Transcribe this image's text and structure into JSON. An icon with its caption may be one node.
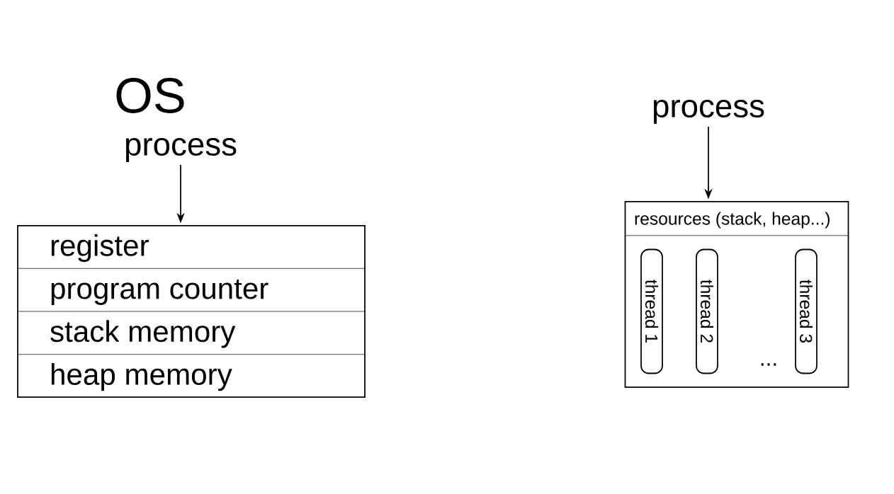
{
  "diagram": {
    "title": "OS",
    "nodes": [
      {
        "text": [
          "process"
        ]
      },
      {
        "text": [
          "register",
          "program counter",
          "stack memory",
          "heap memory"
        ]
      },
      {
        "text": [
          "process"
        ]
      },
      {
        "text": [
          "resources (stack, heap...)"
        ]
      },
      {
        "text": [
          "thread 1"
        ],
        "in": 3
      },
      {
        "text": [
          "thread 2"
        ],
        "in": 3
      },
      {
        "text": [
          "thread 3"
        ],
        "in": 3
      }
    ],
    "edges": [
      {
        "from": 0,
        "to": 1,
        "arrow": "to"
      },
      {
        "from": 2,
        "to": 3,
        "arrow": "to"
      }
    ],
    "labels": [
      "..."
    ]
  }
}
